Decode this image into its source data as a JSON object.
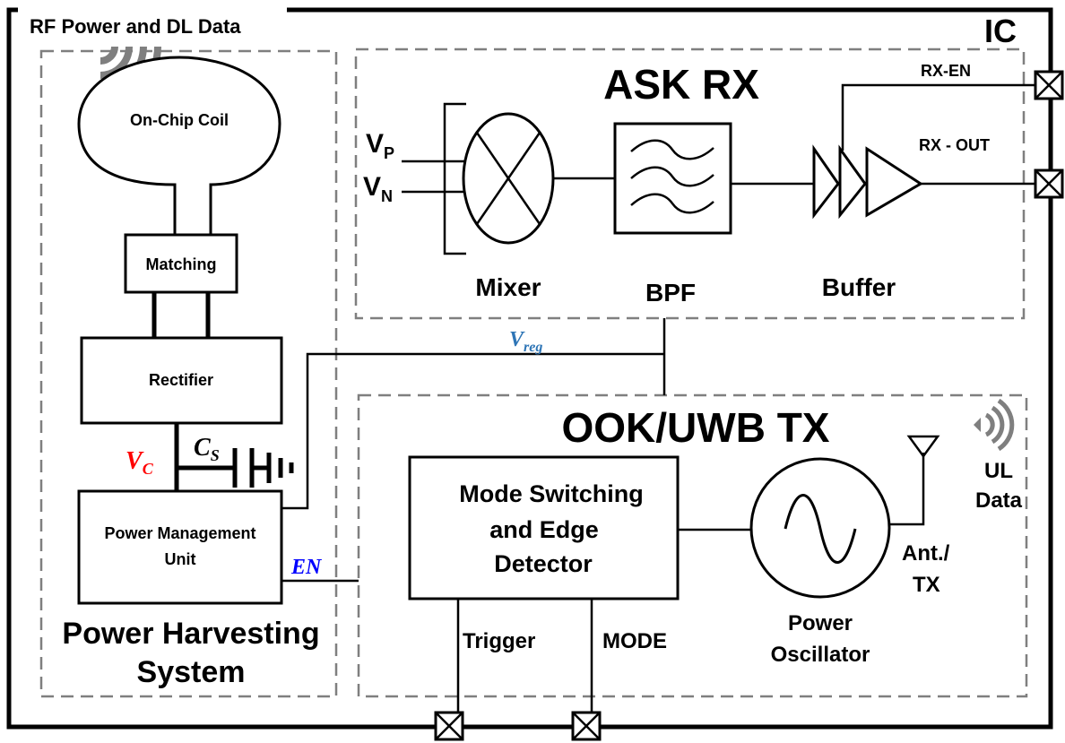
{
  "chip": {
    "label": "IC",
    "rf_input_label": "RF Power and DL Data"
  },
  "power_harvesting": {
    "title_line1": "Power Harvesting",
    "title_line2": "System",
    "coil_label": "On-Chip Coil",
    "matching_label": "Matching",
    "rectifier_label": "Rectifier",
    "pmu_line1": "Power Management",
    "pmu_line2": "Unit",
    "vc_label": "V",
    "vc_sub": "C",
    "cs_label": "C",
    "cs_sub": "S",
    "en_label": "EN"
  },
  "ask_rx": {
    "title": "ASK RX",
    "vp_label": "V",
    "vp_sub": "P",
    "vn_label": "V",
    "vn_sub": "N",
    "mixer_label": "Mixer",
    "bpf_label": "BPF",
    "buffer_label": "Buffer",
    "rx_en_label": "RX-EN",
    "rx_out_label": "RX - OUT"
  },
  "vreg": {
    "label": "V",
    "sub": "reg"
  },
  "tx": {
    "title": "OOK/UWB TX",
    "mode_switch_line1": "Mode Switching",
    "mode_switch_line2": "and Edge",
    "mode_switch_line3": "Detector",
    "trigger_label": "Trigger",
    "mode_label": "MODE",
    "oscillator_line1": "Power",
    "oscillator_line2": "Oscillator",
    "antenna_line1": "Ant./",
    "antenna_line2": "TX",
    "ul_line1": "UL",
    "ul_line2": "Data"
  },
  "colors": {
    "vc": "#ff0000",
    "vreg": "#2e75b6",
    "en": "#0000ff",
    "dashed_border": "#7f7f7f",
    "wave_icon": "#7f7f7f"
  }
}
